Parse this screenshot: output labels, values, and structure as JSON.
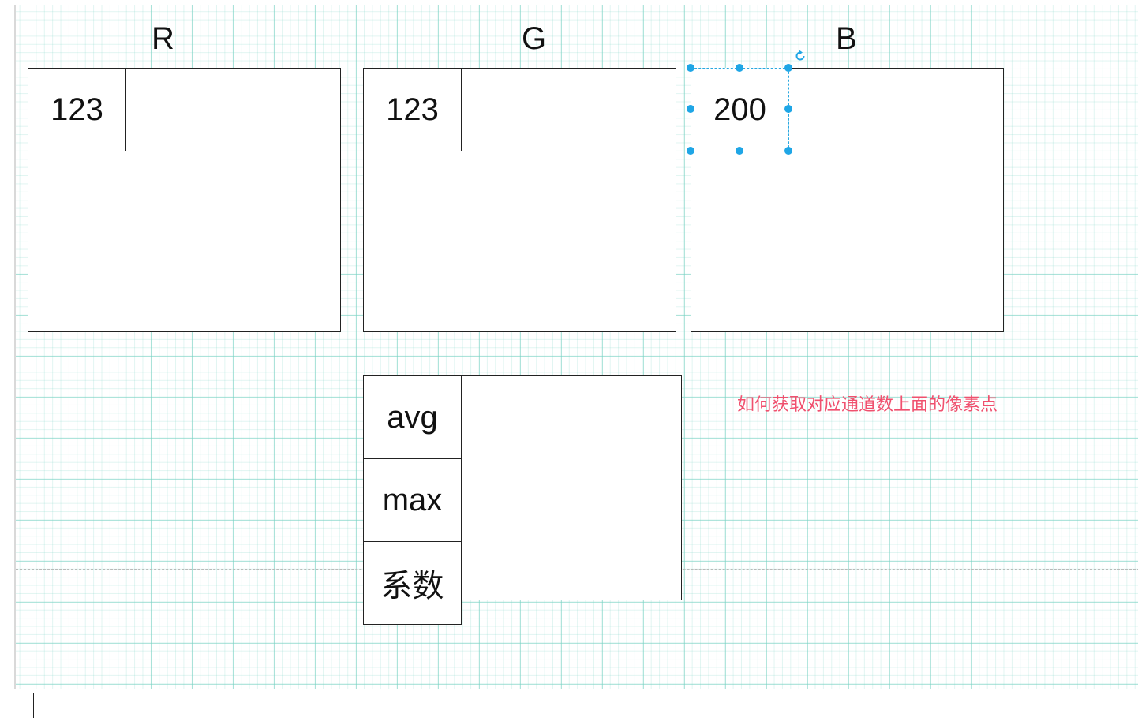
{
  "channels": {
    "r": {
      "title": "R",
      "value": "123"
    },
    "g": {
      "title": "G",
      "value": "123"
    },
    "b": {
      "title": "B",
      "value": "200"
    }
  },
  "stats": {
    "rows": [
      "avg",
      "max",
      "系数"
    ]
  },
  "note": "如何获取对应通道数上面的像素点",
  "colors": {
    "note": "#f0506e",
    "selection": "#1fa6e6",
    "grid": "#78d2c3",
    "stroke": "#222222"
  }
}
